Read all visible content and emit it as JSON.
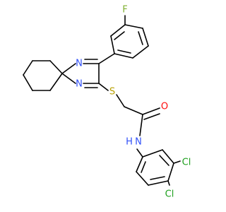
{
  "molecule": {
    "atoms": {
      "fluorine": {
        "label": "F",
        "color": "#90c040"
      },
      "imine_n_top": {
        "label": "N",
        "color": "#3050f8"
      },
      "imine_n_bottom": {
        "label": "N",
        "color": "#3050f8"
      },
      "sulfur": {
        "label": "S",
        "color": "#c8a800"
      },
      "oxygen": {
        "label": "O",
        "color": "#ff0d0d"
      },
      "amide_n": {
        "label": "N",
        "color": "#3050f8"
      },
      "amide_h": {
        "label": "H",
        "color": "#3050f8"
      },
      "chlorine_1": {
        "label": "Cl",
        "color": "#1ff01f"
      },
      "chlorine_2": {
        "label": "Cl",
        "color": "#1ff01f"
      }
    }
  }
}
